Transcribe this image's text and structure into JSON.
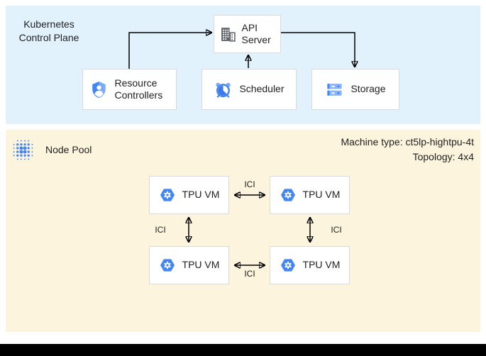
{
  "panels": {
    "control_plane": {
      "title_line1": "Kubernetes",
      "title_line2": "Control Plane",
      "boxes": {
        "api_server": {
          "label": "API Server",
          "icon": "building-icon"
        },
        "resource_controllers": {
          "label": "Resource Controllers",
          "icon": "shield-user-icon"
        },
        "scheduler": {
          "label": "Scheduler",
          "icon": "alarm-clock-icon"
        },
        "storage": {
          "label": "Storage",
          "icon": "storage-stack-icon"
        }
      },
      "connections": [
        "resource-controllers -> api-server",
        "scheduler -> api-server",
        "api-server -> storage"
      ]
    },
    "node_pool": {
      "title": "Node Pool",
      "icon": "node-pool-dots-icon",
      "machine_type": "Machine type: ct5lp-hightpu-4t",
      "topology": "Topology: 4x4",
      "tpu_vm_label": "TPU VM",
      "tpu_vm_icon": "gke-hexagon-icon",
      "tpu_vm_count": 4,
      "interconnect_label": "ICI",
      "interconnects": [
        "tpu-top-left <-> tpu-top-right",
        "tpu-bottom-left <-> tpu-bottom-right",
        "tpu-top-left <-> tpu-bottom-left",
        "tpu-top-right <-> tpu-bottom-right"
      ]
    }
  },
  "colors": {
    "control_plane_bg": "#E1F2FC",
    "node_pool_bg": "#FCF4DD",
    "accent_blue": "#4285F4",
    "light_blue": "#8AB4F8",
    "dark_pie_blue": "#3B78E7",
    "icon_gray": "#5F6368",
    "box_border": "#D9DADC",
    "bottom_bar": "#000000"
  }
}
